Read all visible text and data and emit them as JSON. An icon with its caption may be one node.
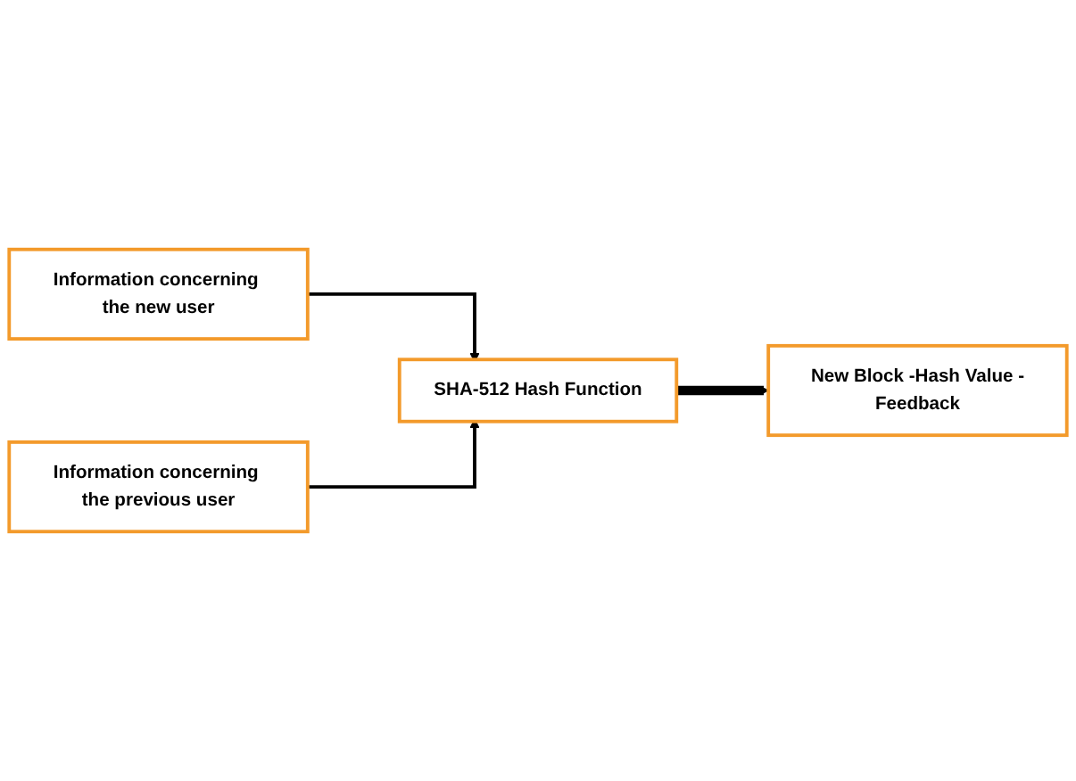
{
  "diagram": {
    "nodes": [
      {
        "text": [
          "Information concerning the new user"
        ]
      },
      {
        "text": [
          "Information concerning the previous user"
        ]
      },
      {
        "text": [
          "SHA-512 Hash Function"
        ]
      },
      {
        "text": [
          "New Block -Hash Value -Feedback"
        ]
      }
    ],
    "edges": [
      {
        "from": 0,
        "to": 2,
        "arrow": "to"
      },
      {
        "from": 1,
        "to": 2,
        "arrow": "to"
      },
      {
        "from": 2,
        "to": 3,
        "arrow": "to",
        "style": "thick"
      }
    ]
  }
}
